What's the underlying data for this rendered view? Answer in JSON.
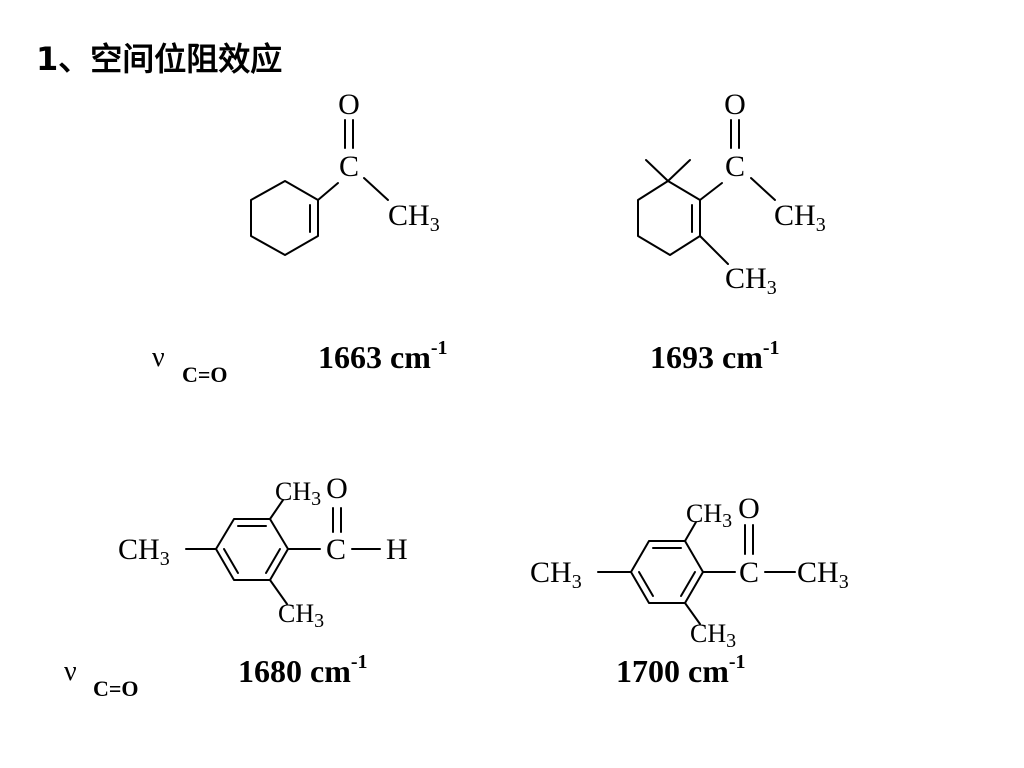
{
  "title": "1、空间位阻效应",
  "nu_symbol": "ν",
  "nu_subscript": "C=O",
  "atoms": {
    "O": "O",
    "C": "C",
    "H": "H",
    "CH": "CH",
    "three": "3",
    "ch3": "CH3"
  },
  "frequencies": {
    "f1_num": "1663 cm",
    "f1_exp": "-1",
    "f2_num": "1693 cm",
    "f2_exp": "-1",
    "f3_num": "1680 cm",
    "f3_exp": "-1",
    "f4_num": "1700 cm",
    "f4_exp": "-1"
  }
}
